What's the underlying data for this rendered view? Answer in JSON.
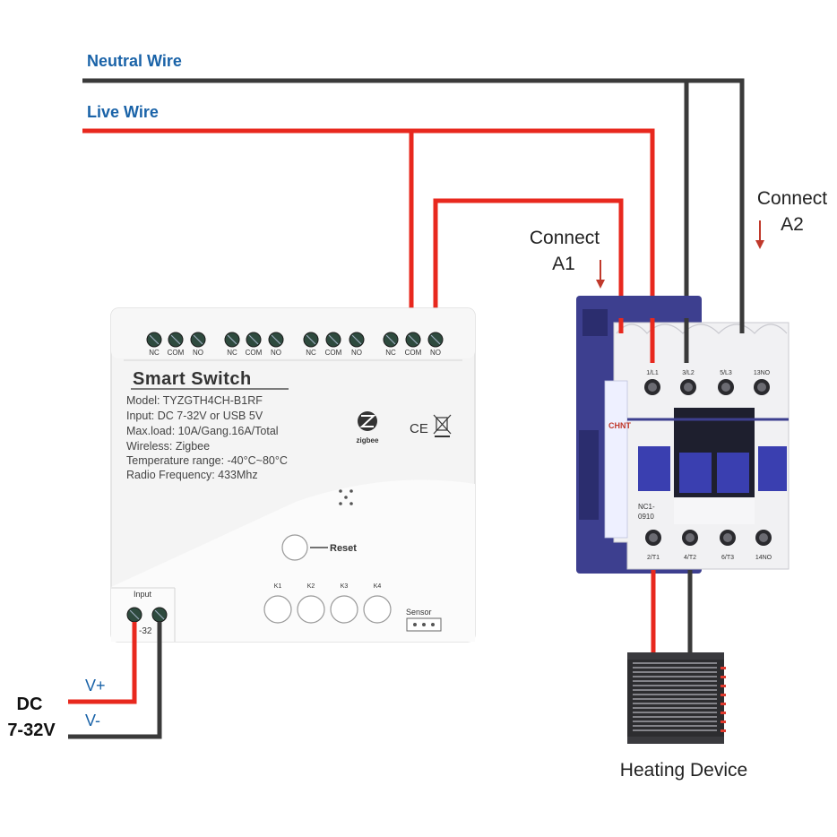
{
  "labels": {
    "neutral_wire": "Neutral Wire",
    "live_wire": "Live Wire",
    "connect_a1_line1": "Connect",
    "connect_a1_line2": "A1",
    "connect_a2_line1": "Connect",
    "connect_a2_line2": "A2",
    "heating_device": "Heating Device",
    "dc_line1": "DC",
    "dc_line2": "7-32V",
    "v_plus": "V+",
    "v_minus": "V-"
  },
  "module": {
    "title": "Smart Switch",
    "specs": [
      "Model:  TYZGTH4CH-B1RF",
      "Input:  DC 7-32V or USB 5V",
      "Max.load:  10A/Gang.16A/Total",
      "Wireless:  Zigbee",
      "Temperature range: -40°C~80°C",
      "Radio Frequency:  433Mhz"
    ],
    "terminal_labels": [
      "NC",
      "COM",
      "NO",
      "NC",
      "COM",
      "NO",
      "NC",
      "COM",
      "NO",
      "NC",
      "COM",
      "NO"
    ],
    "zigbee_label": "zigbee",
    "ce_mark": "CE",
    "reset_label": "Reset",
    "buttons": [
      "K1",
      "K2",
      "K3",
      "K4"
    ],
    "sensor_label": "Sensor",
    "input_label": "Input",
    "input_voltage_partial": "-32"
  },
  "contactor": {
    "brand": "CHNT",
    "model_line1": "NC1-",
    "model_line2": "0910",
    "top_terminals": [
      "1/L1",
      "3/L2",
      "5/L3",
      "13NO"
    ],
    "bottom_terminals": [
      "2/T1",
      "4/T2",
      "6/T3",
      "14NO"
    ]
  },
  "colors": {
    "live": "#e8281e",
    "neutral": "#3a3a3a",
    "label_blue": "#1a63a8",
    "contactor_blue": "#3d3f8f",
    "contactor_white": "#f1f1f3"
  }
}
